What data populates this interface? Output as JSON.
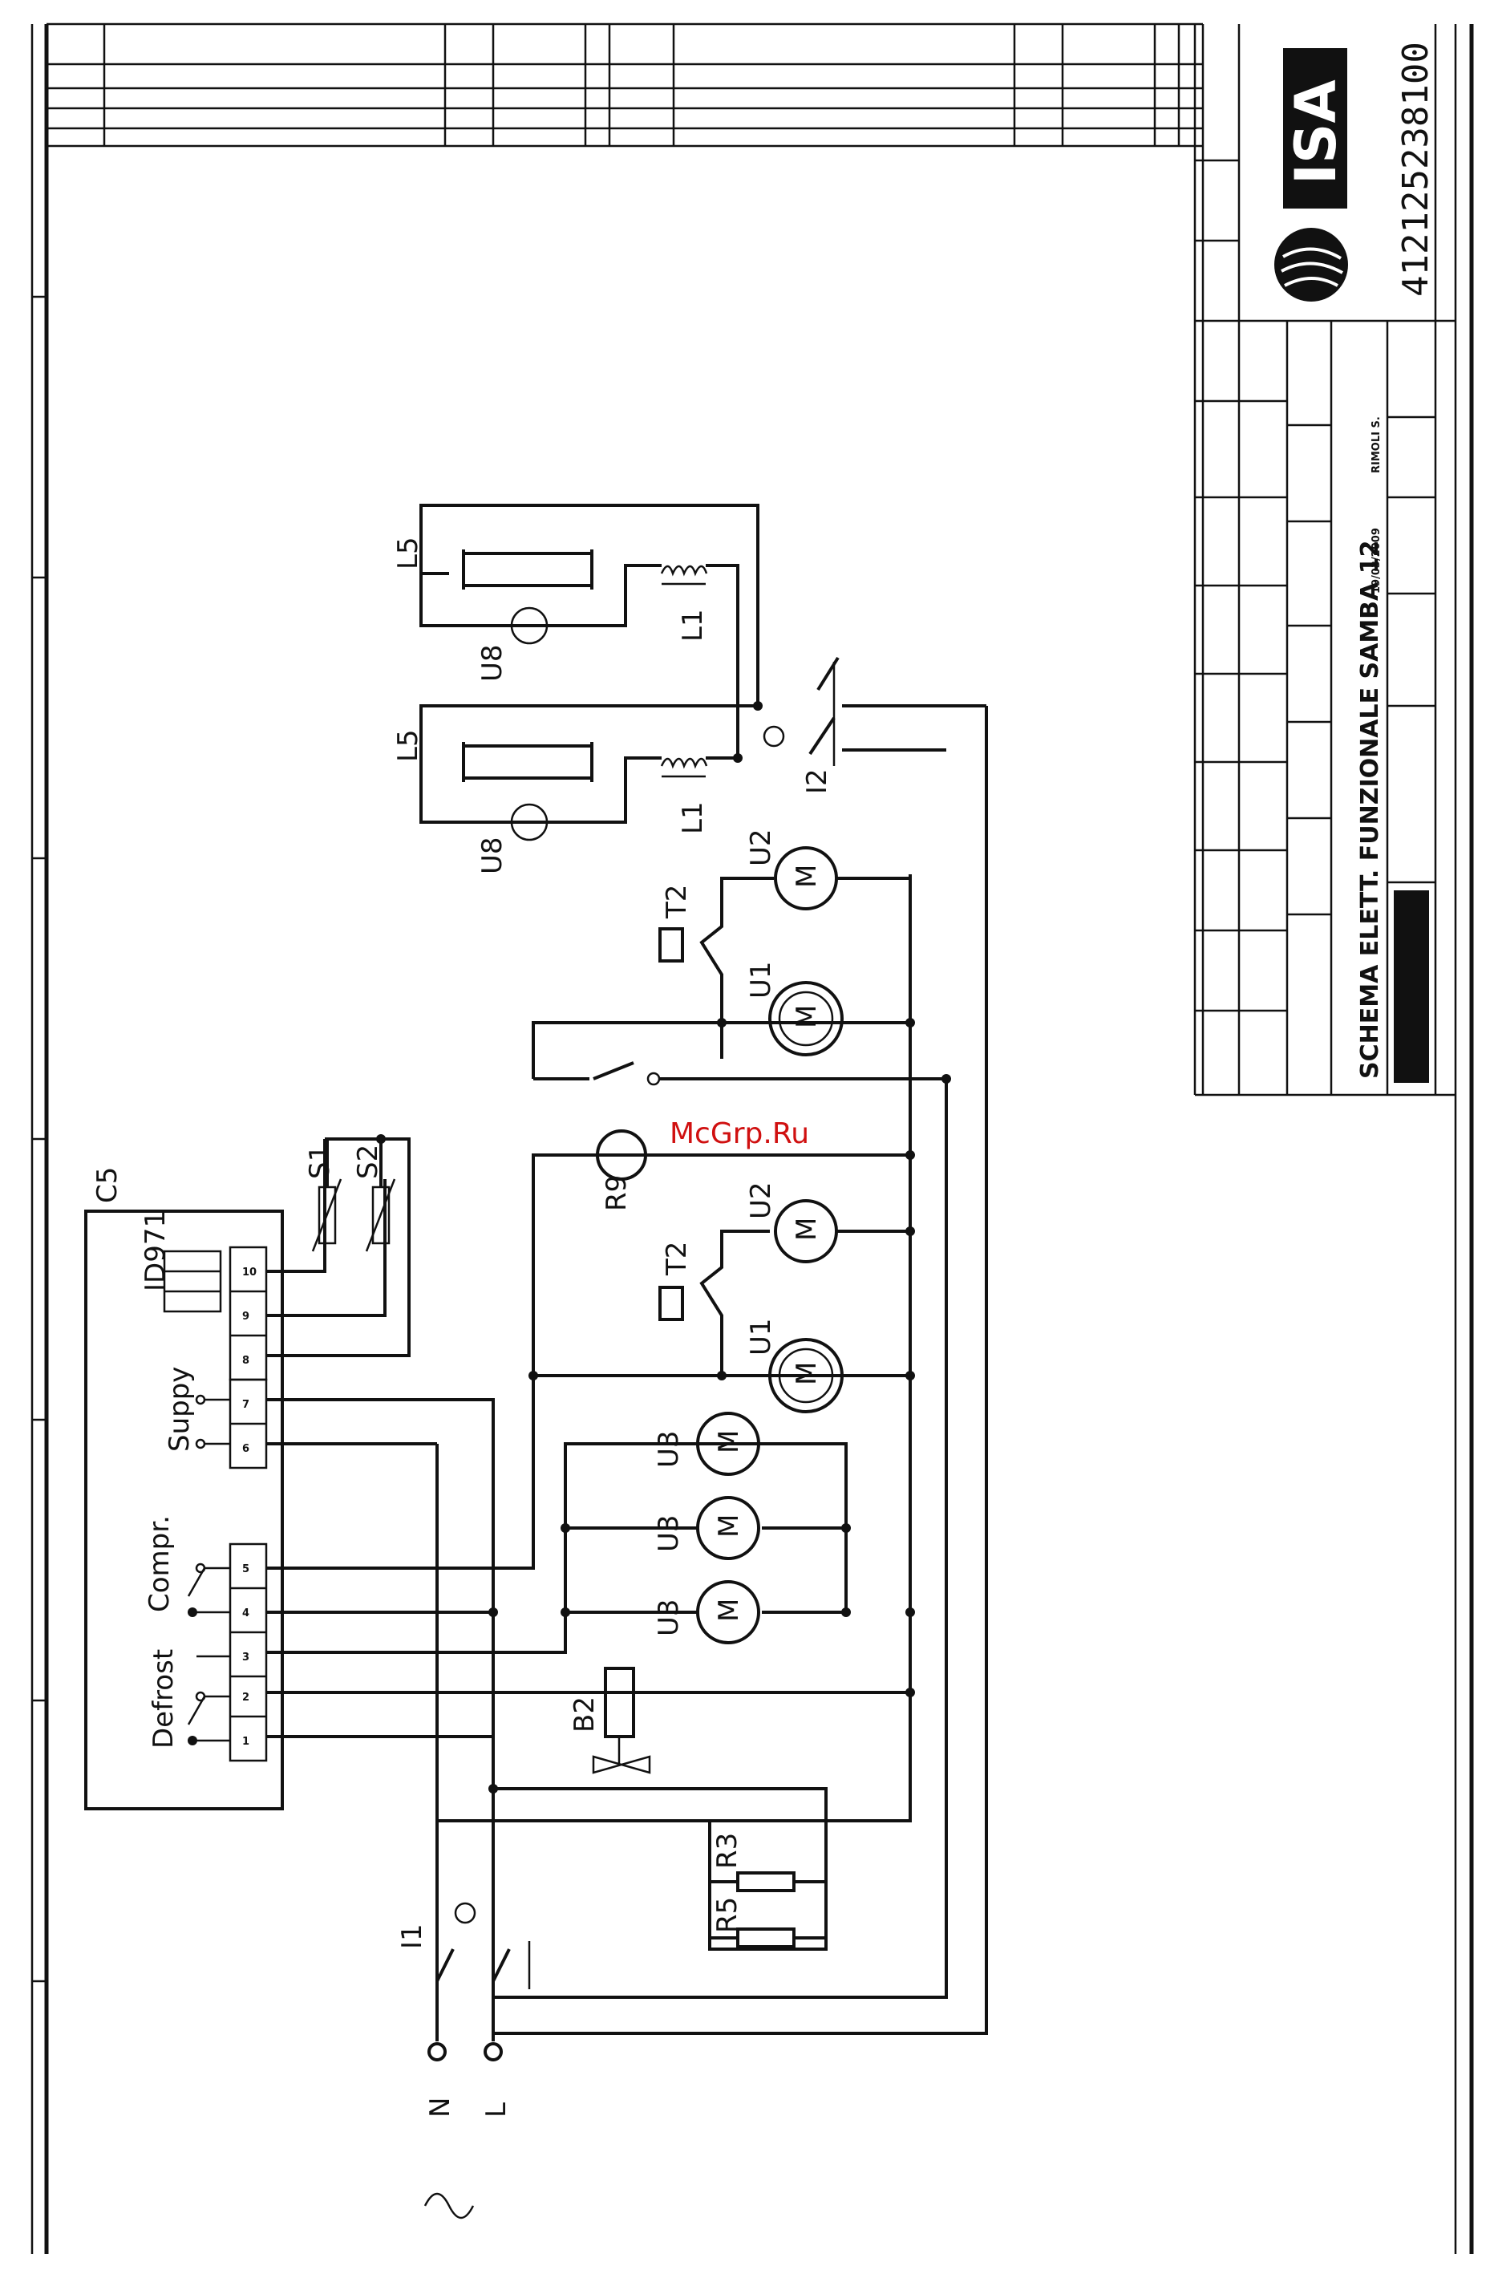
{
  "drawing": {
    "doc_number": "412125238100",
    "title": "SCHEMA ELETT. FUNZIONALE SAMBA 12",
    "logo_text": "ISA",
    "author": "RIMOLI S.",
    "date": "19/03/2009"
  },
  "watermark": "McGrp.Ru",
  "controller": {
    "block_label": "C5",
    "model_label": "ID971",
    "supply_label": "Suppy",
    "compr_label": "Compr.",
    "defrost_label": "Defrost",
    "terminals": [
      "1",
      "2",
      "3",
      "4",
      "5",
      "6",
      "7",
      "8",
      "9",
      "10"
    ]
  },
  "components": {
    "mains_neutral": "N",
    "mains_line": "L",
    "switch_main": "I1",
    "switch_light": "I2",
    "resistor_r5": "R5",
    "resistor_r3": "R3",
    "solenoid_b2": "B2",
    "fan_u3_a": "U3",
    "fan_u3_b": "U3",
    "fan_u3_c": "U3",
    "fan_u1_a": "U1",
    "fan_u2_a": "U2",
    "thermo_t2_a": "T2",
    "motor_r9": "R9",
    "fan_u1_b": "U1",
    "fan_u2_b": "U2",
    "thermo_t2_b": "T2",
    "probe_s1": "S1",
    "probe_s2": "S2",
    "lamp_l5_a": "L5",
    "ballast_l1_a": "L1",
    "starter_u8_a": "U8",
    "lamp_l5_b": "L5",
    "ballast_l1_b": "L1",
    "starter_u8_b": "U8"
  }
}
